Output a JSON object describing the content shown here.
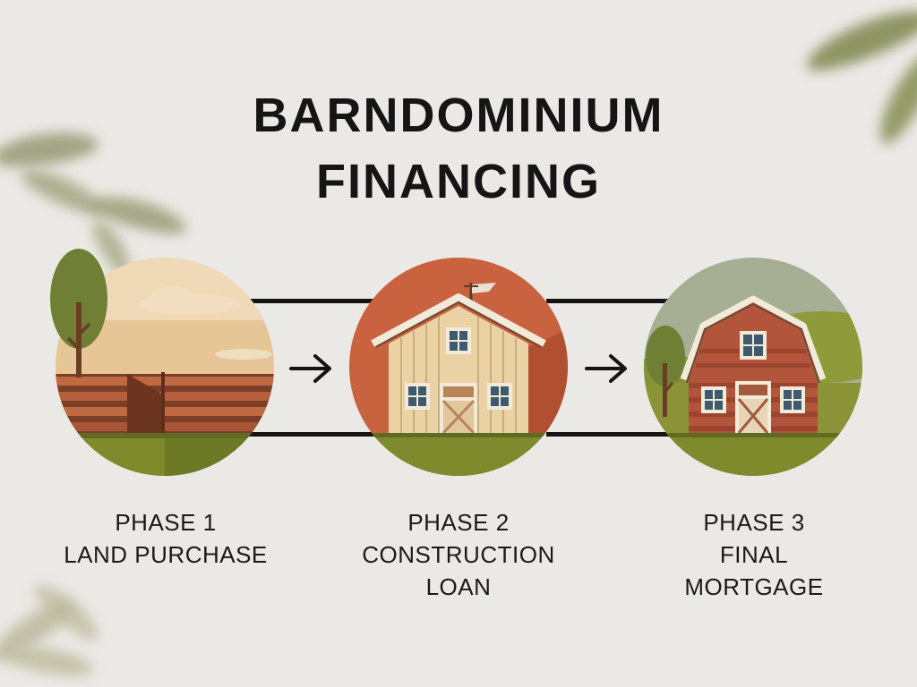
{
  "title": {
    "line1": "BARNDOMINIUM",
    "line2": "FINANCING"
  },
  "phases": [
    {
      "step": "PHASE 1",
      "name_lines": [
        "LAND PURCHASE"
      ]
    },
    {
      "step": "PHASE 2",
      "name_lines": [
        "CONSTRUCTION",
        "LOAN"
      ]
    },
    {
      "step": "PHASE 3",
      "name_lines": [
        "FINAL",
        "MORTGAGE"
      ]
    }
  ],
  "colors": {
    "background": "#ebe9e5",
    "text": "#151515",
    "terracotta": "#c9623f",
    "barn_red": "#b3553a",
    "olive": "#7d8a2e",
    "sand": "#e9c99a"
  }
}
